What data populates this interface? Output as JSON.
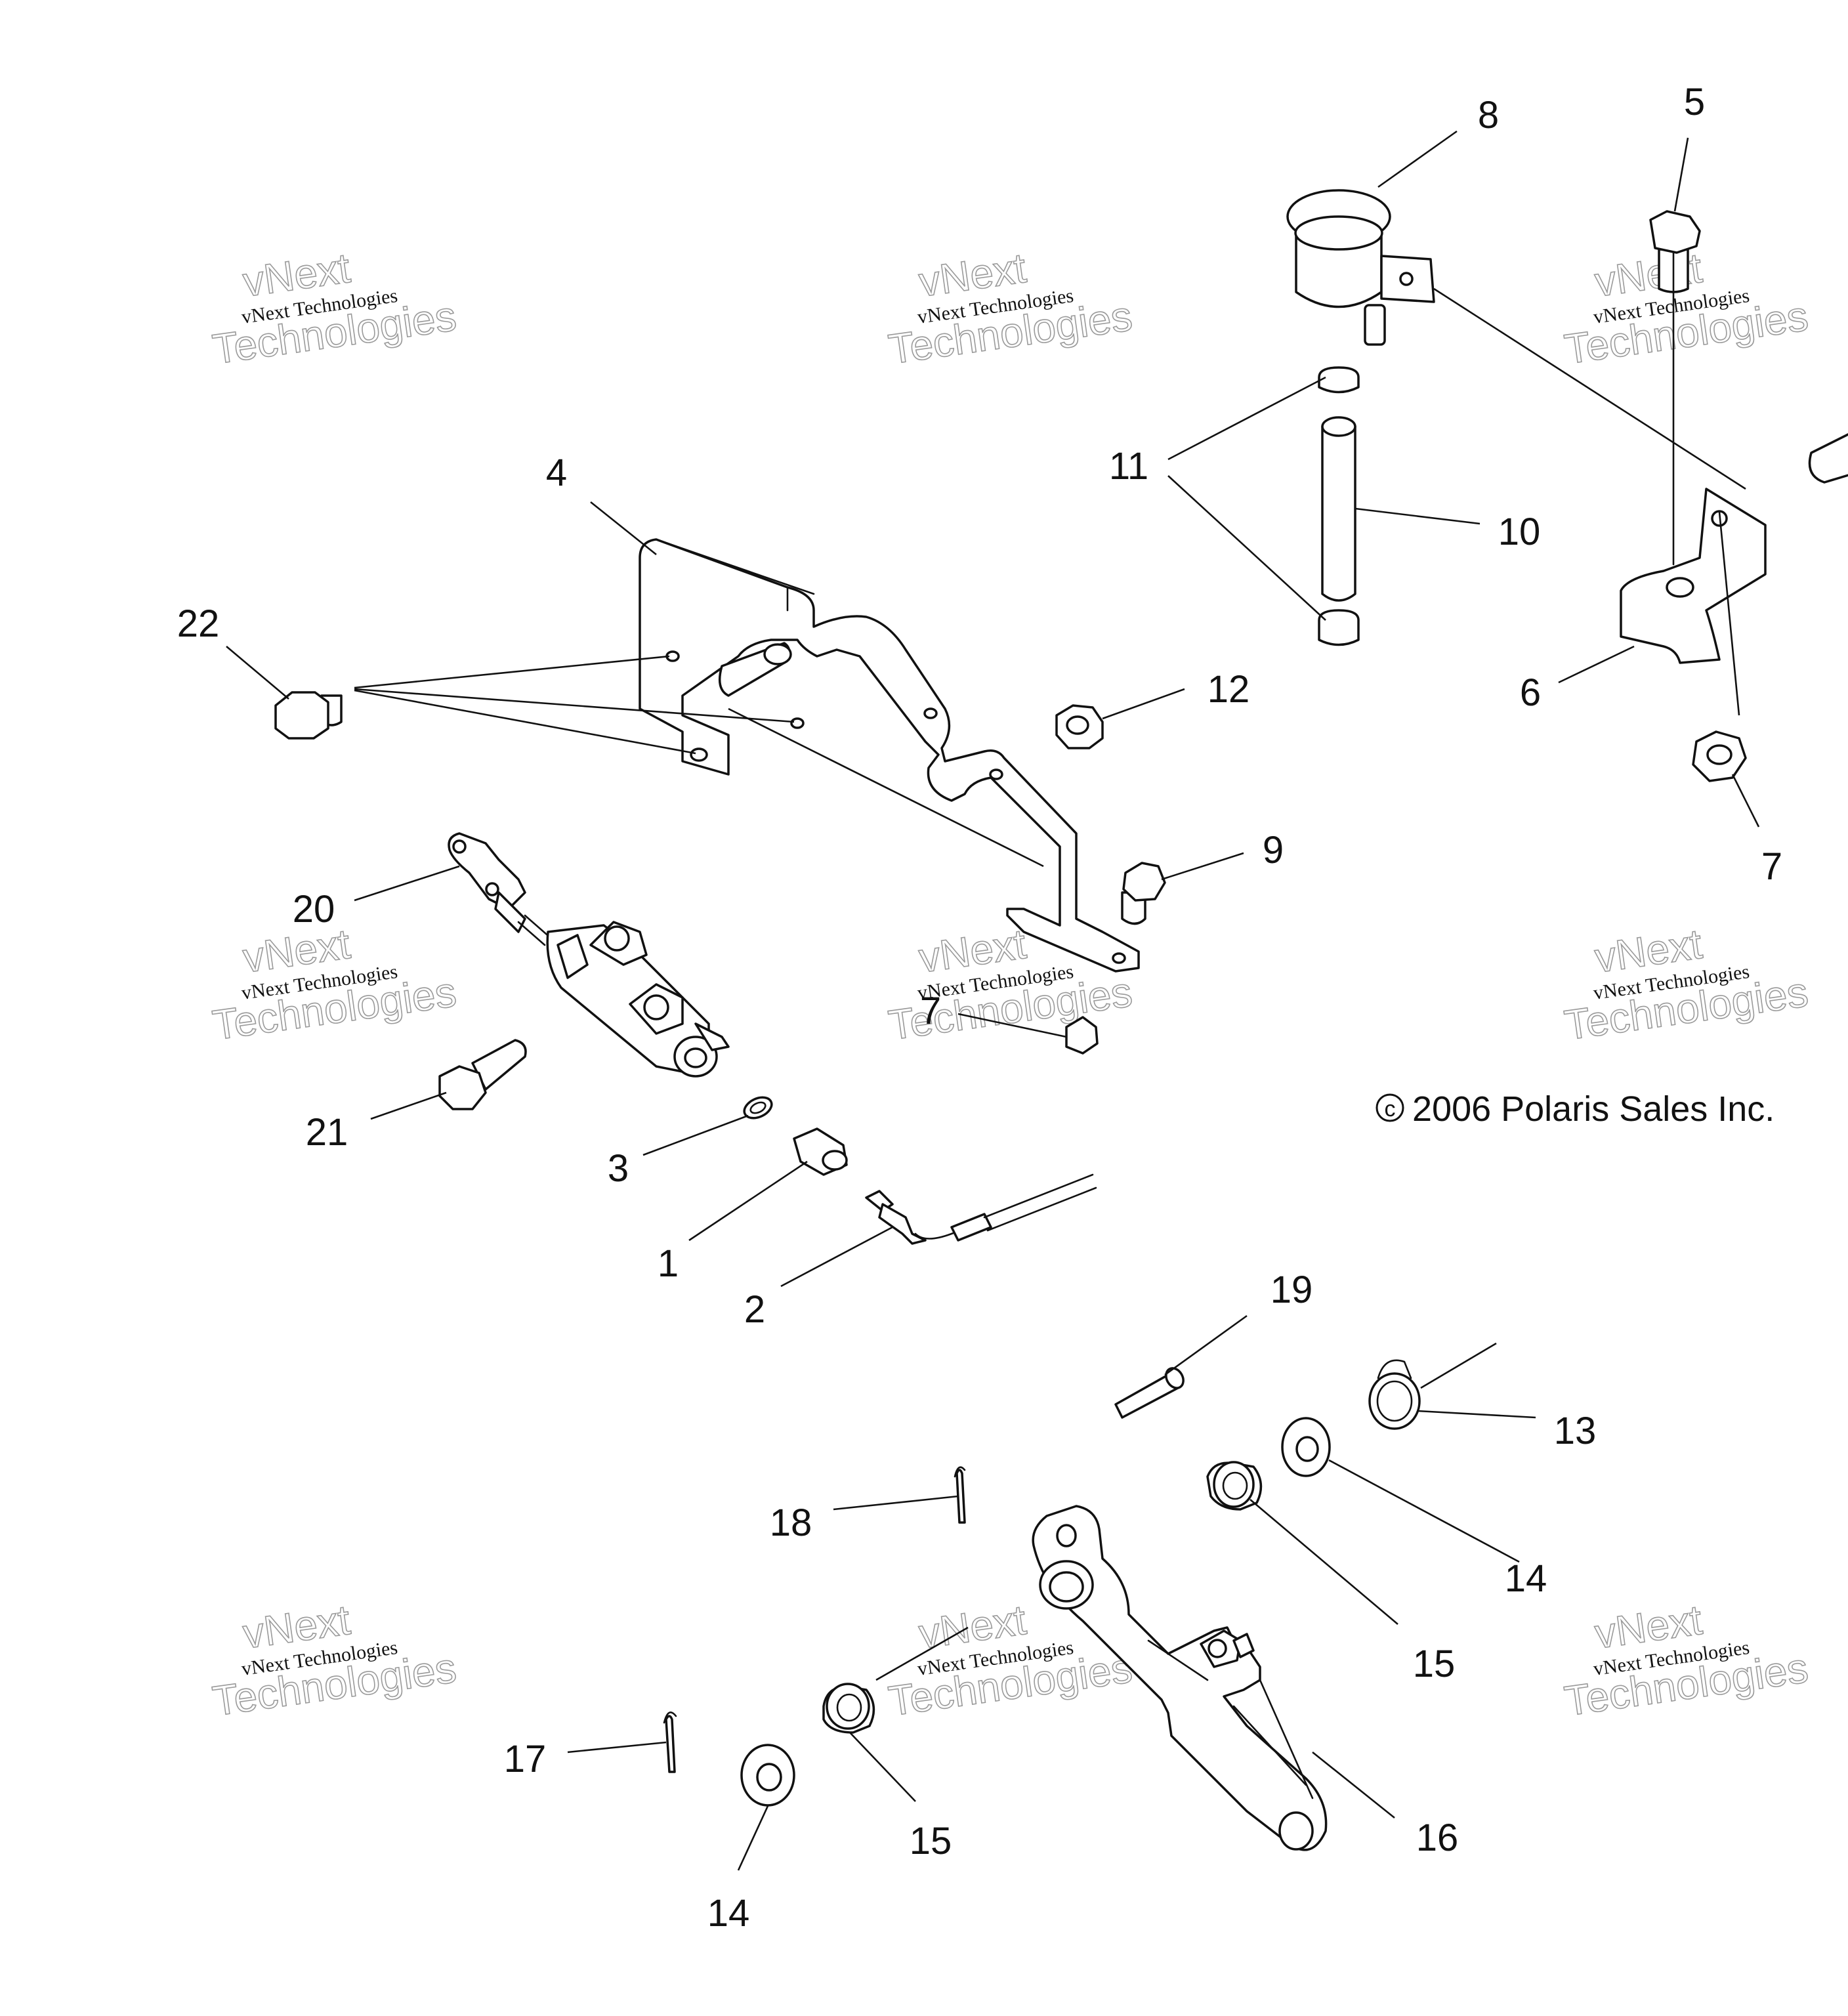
{
  "copyright": "2006 Polaris Sales Inc.",
  "copyright_symbol": "c",
  "watermark": {
    "brand": "vNext",
    "company": "vNext Technologies",
    "word": "Technologies"
  },
  "callouts": {
    "c1": "1",
    "c2": "2",
    "c3": "3",
    "c4": "4",
    "c5": "5",
    "c6": "6",
    "c7a": "7",
    "c7b": "7",
    "c8": "8",
    "c9": "9",
    "c10": "10",
    "c11": "11",
    "c12": "12",
    "c13": "13",
    "c14a": "14",
    "c14b": "14",
    "c15a": "15",
    "c15b": "15",
    "c16": "16",
    "c17": "17",
    "c18": "18",
    "c19": "19",
    "c20": "20",
    "c21": "21",
    "c22": "22",
    "c9_partial": "9"
  }
}
